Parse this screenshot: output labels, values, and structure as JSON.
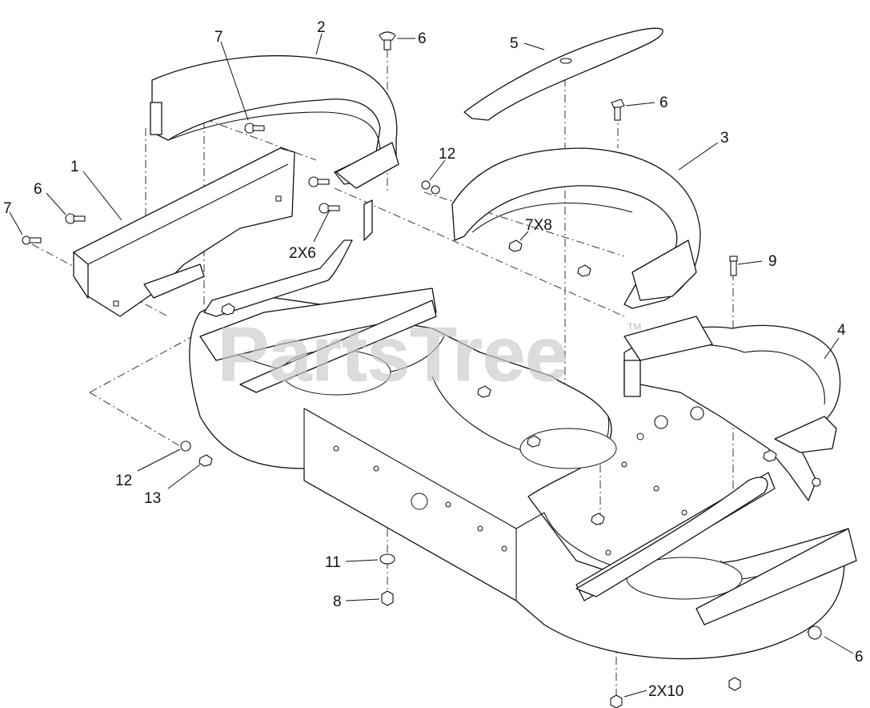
{
  "diagram": {
    "watermark": "PartsTree",
    "watermark_mark": "TM",
    "callouts": {
      "c1": "1",
      "c2": "2",
      "c3": "3",
      "c4": "4",
      "c5": "5",
      "c6a": "6",
      "c6b": "6",
      "c6c": "6",
      "c6d": "6",
      "c7a": "7",
      "c7b": "7",
      "c7x8": "7X8",
      "c2x6": "2X6",
      "c8": "8",
      "c9": "9",
      "c11": "11",
      "c12a": "12",
      "c12b": "12",
      "c13": "13",
      "c2x10": "2X10"
    }
  }
}
